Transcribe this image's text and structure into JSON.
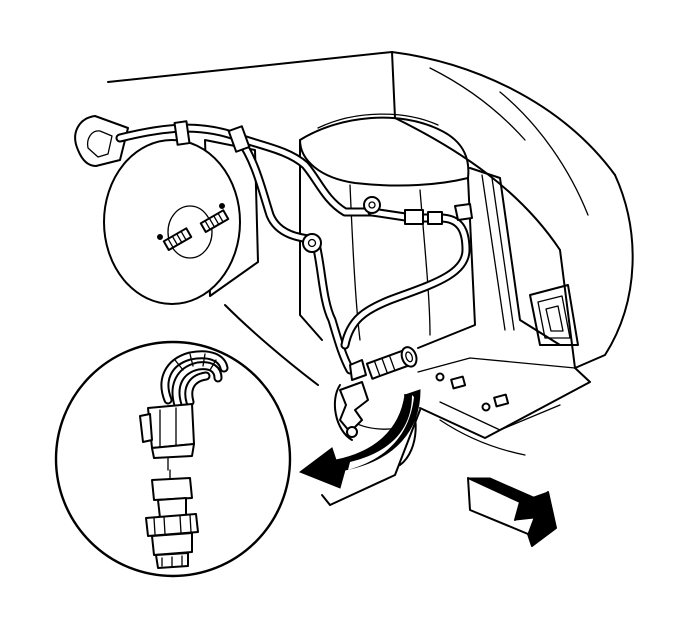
{
  "figure": {
    "kind": "service-illustration",
    "background": "#ffffff",
    "line_color": "#000000",
    "parts": [
      "engine-compartment-outline",
      "brake-booster",
      "ac-refrigerant-lines",
      "ac-accumulator",
      "pressure-switch",
      "removal-arrow",
      "detail-inset",
      "wiring-connector",
      "pressure-switch-detail",
      "vehicle-front-direction-arrow"
    ]
  }
}
